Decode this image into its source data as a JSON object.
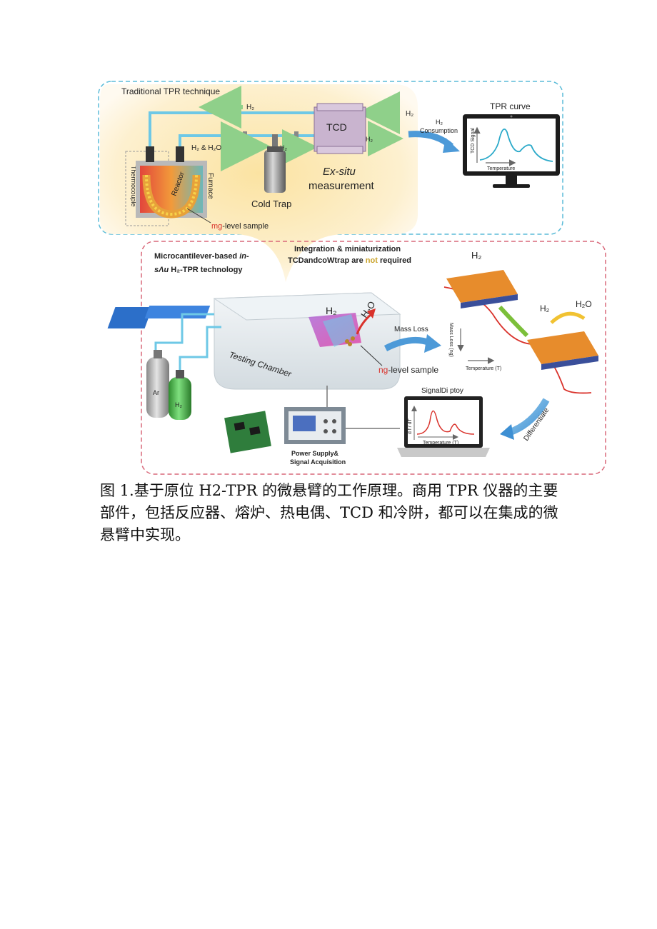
{
  "figure": {
    "top_panel": {
      "title": "Traditional TPR technique",
      "h2_out": "H₂",
      "h2_in": "H₂",
      "tcd": "TCD",
      "h2_h2o": "H₂ & H₂O",
      "h2_after_trap": "H₂",
      "h2_after_tcd": "H₂",
      "consumption_line1": "H₂",
      "consumption_line2": "Consumption",
      "thermocouple": "Thermocouple",
      "reactor": "Reactor",
      "furnace": "Furnace",
      "cold_trap": "Cold Trap",
      "exsitu_line1": "Ex-situ",
      "exsitu_line2": "measurement",
      "sample_prefix": "mg",
      "sample_suffix": "-level sample",
      "monitor_title": "TPR curve",
      "monitor_ylabel": "TCD Signal",
      "monitor_xlabel": "Temperature"
    },
    "bottom_panel": {
      "tech_line1_a": "Microcantilever-based ",
      "tech_line1_b": "in-",
      "tech_line2_a": "sΛu",
      "tech_line2_b": " H₂-TPR technology",
      "integration": "Integration & miniaturization",
      "not_required_a": "TCDandcoWtrap are ",
      "not_required_not": "not",
      "not_required_b": " required",
      "h2_chip": "H₂",
      "h2o_chip": "H₂O",
      "mass_loss": "Mass Loss",
      "chart_ylabel": "Mass Loss (ng)",
      "chart_xlabel": "Temperature (T)",
      "testing_chamber": "Testing Chamber",
      "sample_prefix": "ng",
      "sample_suffix": "-level sample",
      "ar": "Ar",
      "h2_cyl": "H₂",
      "h2_top": "H₂",
      "h2_right": "H₂",
      "h2o_right": "H₂O",
      "signal_display": "SignalDi ptoy",
      "laptop_ylabel": "d f / dT",
      "laptop_xlabel": "Temperature (T)",
      "differentiate": "Differentiate",
      "power_line1": "Power Supply&",
      "power_line2": "Signal Acquisition"
    },
    "colors": {
      "top_border": "#5bbcd8",
      "bottom_border": "#d9687a",
      "pipe": "#6ec8e6",
      "accent_red": "#d9322b",
      "orange_yellow": "#f1c232"
    }
  },
  "caption": {
    "text": "图 1.基于原位 H2-TPR 的微悬臂的工作原理。商用 TPR 仪器的主要部件，包括反应器、熔炉、热电偶、TCD 和冷阱，都可以在集成的微悬臂中实现。"
  }
}
